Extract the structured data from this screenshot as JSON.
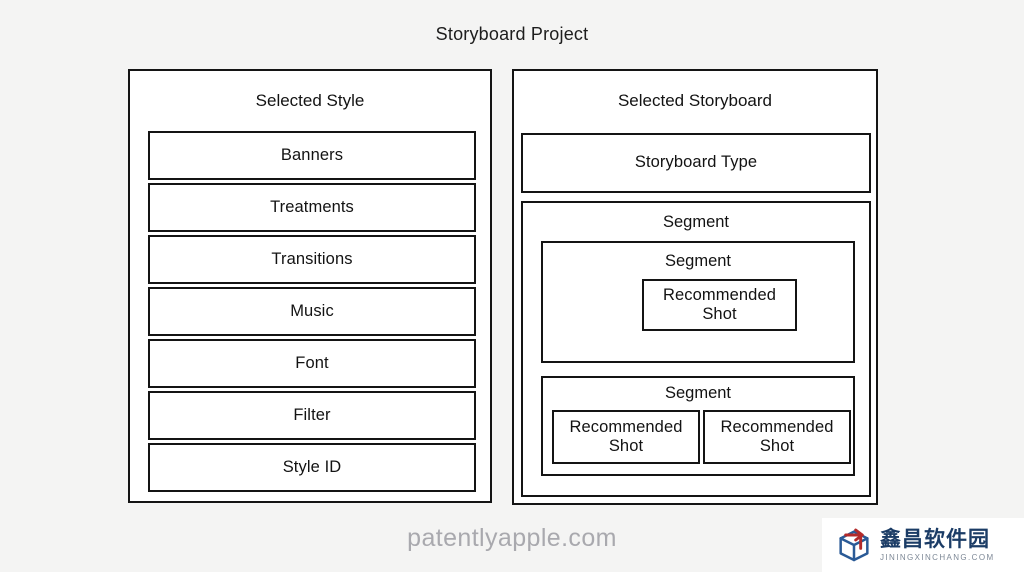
{
  "page": {
    "title": "Storyboard Project",
    "background_color": "#f4f4f3",
    "line_color": "#141414",
    "box_fill": "#ffffff"
  },
  "style_panel": {
    "header": "Selected Style",
    "rows": [
      {
        "label": "Banners"
      },
      {
        "label": "Treatments"
      },
      {
        "label": "Transitions"
      },
      {
        "label": "Music"
      },
      {
        "label": "Font"
      },
      {
        "label": "Filter"
      },
      {
        "label": "Style ID"
      }
    ]
  },
  "storyboard_panel": {
    "header": "Selected Storyboard",
    "storyboard_type": "Storyboard Type",
    "segment_outer": {
      "label": "Segment",
      "segments": [
        {
          "label": "Segment",
          "shots": [
            "Recommended Shot"
          ]
        },
        {
          "label": "Segment",
          "shots": [
            "Recommended Shot",
            "Recommended Shot"
          ]
        }
      ]
    }
  },
  "watermark": {
    "text": "patentlyapple.com",
    "color": "#a9a9ae"
  },
  "badge": {
    "title": "鑫昌软件园",
    "subtitle": "JININGXINCHANG.COM",
    "title_color": "#1b3c66",
    "accent_color": "#b32a2a",
    "logo_name": "cube-arrow-logo"
  }
}
